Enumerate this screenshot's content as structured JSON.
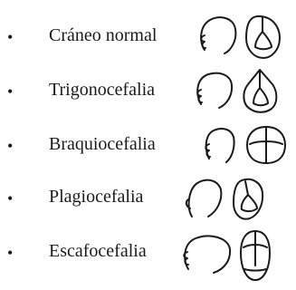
{
  "items": [
    {
      "bullet": "•",
      "label": "Cráneo normal",
      "side_icon": "normal-skull-side-icon",
      "top_icon": "normal-skull-top-icon"
    },
    {
      "bullet": "•",
      "label": "Trigonocefalia",
      "side_icon": "trigonocephaly-side-icon",
      "top_icon": "trigonocephaly-top-icon"
    },
    {
      "bullet": "•",
      "label": "Braquiocefalia",
      "side_icon": "brachycephaly-side-icon",
      "top_icon": "brachycephaly-top-icon"
    },
    {
      "bullet": "•",
      "label": "Plagiocefalia",
      "side_icon": "plagiocephaly-side-icon",
      "top_icon": "plagiocephaly-top-icon"
    },
    {
      "bullet": "•",
      "label": "Escafocefalia",
      "side_icon": "scaphocephaly-side-icon",
      "top_icon": "scaphocephaly-top-icon"
    }
  ],
  "colors": {
    "ink": "#1a1a1a",
    "background": "#ffffff"
  }
}
